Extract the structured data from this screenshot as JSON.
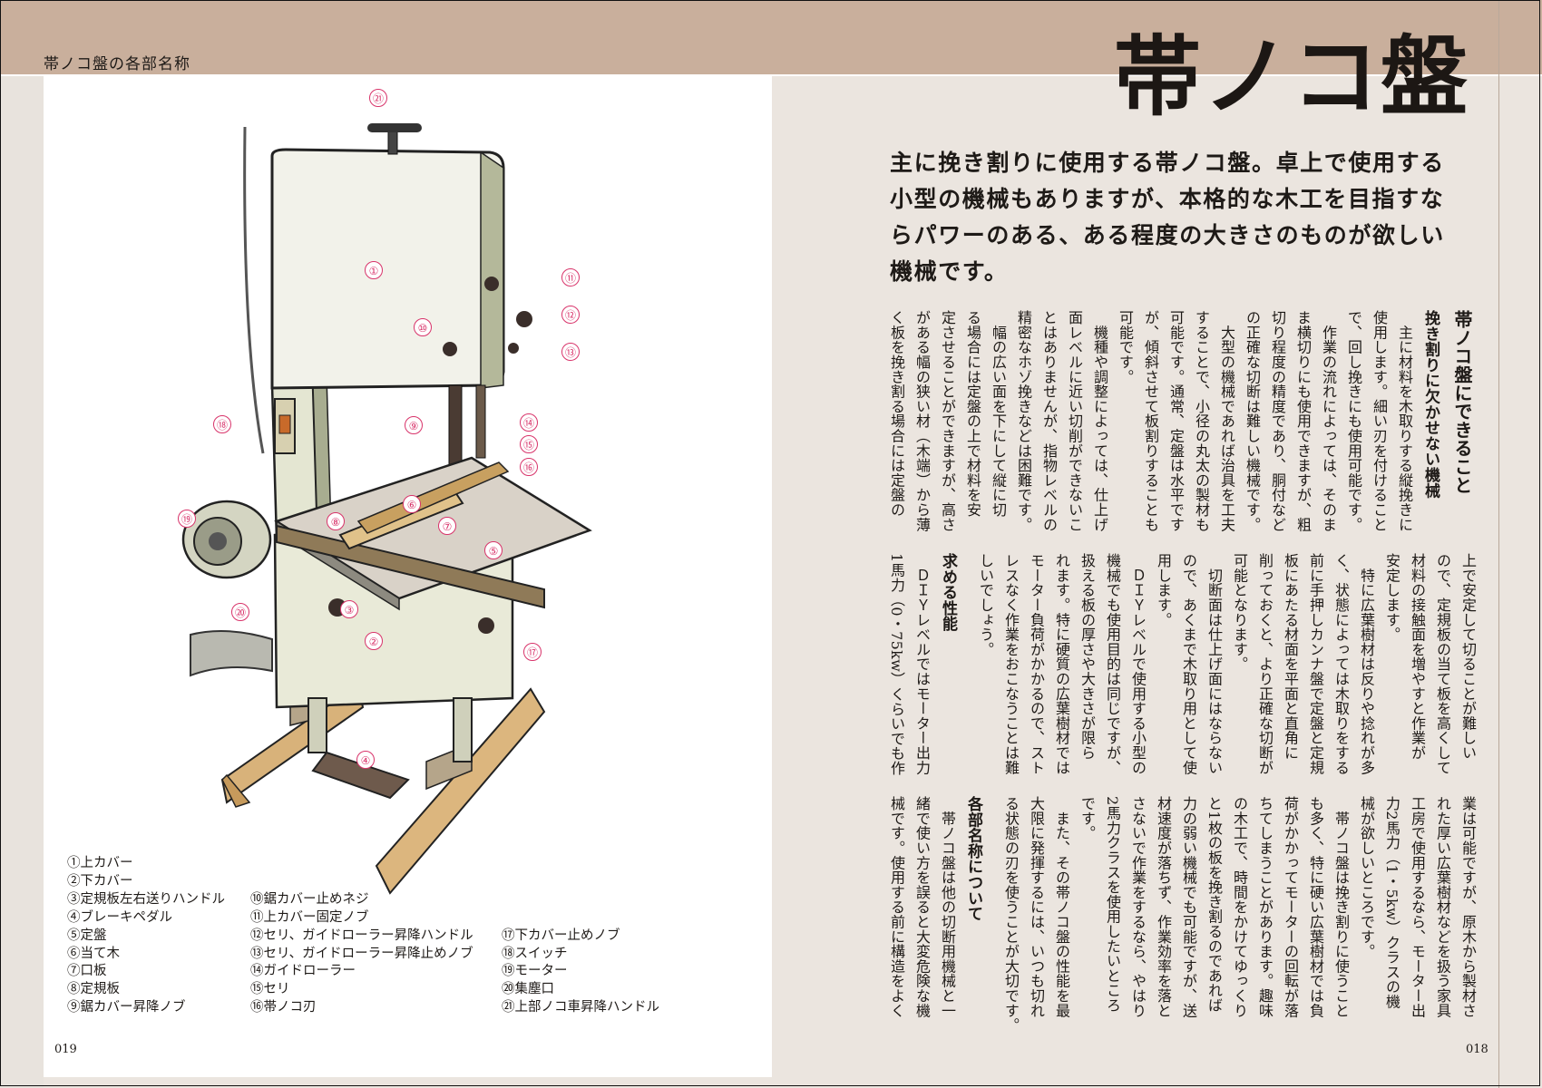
{
  "header": {
    "section_label": "帯ノコ盤の各部名称",
    "title": "帯ノコ盤"
  },
  "intro": {
    "lines": [
      "主に挽き割りに使用する帯ノコ盤。卓上で使用する",
      "小型の機械もありますが、本格的な木工を目指すな",
      "らパワーのある、ある程度の大きさのものが欲しい",
      "機械です。"
    ]
  },
  "body": {
    "blocks": [
      {
        "columns": [
          {
            "t": "帯ノコ盤にできること",
            "k": "h1"
          },
          {
            "t": "挽き割りに欠かせない機械",
            "k": "h2"
          },
          {
            "t": "　主に材料を木取りする縦挽きに"
          },
          {
            "t": "使用します。細い刃を付けること"
          },
          {
            "t": "で、回し挽きにも使用可能です。"
          },
          {
            "t": "　作業の流れによっては、そのま"
          },
          {
            "t": "ま横切りにも使用できますが、粗"
          },
          {
            "t": "切り程度の精度であり、胴付など"
          },
          {
            "t": "の正確な切断は難しい機械です。"
          },
          {
            "t": "　大型の機械であれば治具を工夫"
          },
          {
            "t": "することで、小径の丸太の製材も"
          },
          {
            "t": "可能です。通常、定盤は水平です"
          },
          {
            "t": "が、傾斜させて板割りすることも"
          },
          {
            "t": "可能です。"
          },
          {
            "t": "　機種や調整によっては、仕上げ"
          },
          {
            "t": "面レベルに近い切削ができないこ"
          },
          {
            "t": "とはありませんが、指物レベルの"
          },
          {
            "t": "精密なホゾ挽きなどは困難です。"
          },
          {
            "t": "　幅の広い面を下にして縦に切"
          },
          {
            "t": "る場合には定盤の上で材料を安"
          },
          {
            "t": "定させることができますが、高さ"
          },
          {
            "t": "がある幅の狭い材（木端）から薄"
          },
          {
            "t": "く板を挽き割る場合には定盤の"
          }
        ]
      },
      {
        "columns": [
          {
            "t": "上で安定して切ることが難しい"
          },
          {
            "t": "ので、定規板の当て板を高くして"
          },
          {
            "t": "材料の接触面を増やすと作業が"
          },
          {
            "t": "安定します。"
          },
          {
            "t": "　特に広葉樹材は反りや捻れが多"
          },
          {
            "t": "く、状態によっては木取りをする"
          },
          {
            "t": "前に手押しカンナ盤で定盤と定規"
          },
          {
            "t": "板にあたる材面を平面と直角に"
          },
          {
            "t": "削っておくと、より正確な切断が"
          },
          {
            "t": "可能となります。"
          },
          {
            "t": "　切断面は仕上げ面にはならない"
          },
          {
            "t": "ので、あくまで木取り用として使"
          },
          {
            "t": "用します。"
          },
          {
            "t": "　ＤＩＹレベルで使用する小型の"
          },
          {
            "t": "機械でも使用目的は同じですが、"
          },
          {
            "t": "扱える板の厚さや大きさが限ら"
          },
          {
            "t": "れます。特に硬質の広葉樹材では"
          },
          {
            "t": "モーター負荷がかかるので、スト"
          },
          {
            "t": "レスなく作業をおこなうことは難"
          },
          {
            "t": "しいでしょう。"
          },
          {
            "t": "",
            "k": "blank"
          },
          {
            "t": "求める性能",
            "k": "h2"
          },
          {
            "t": "　ＤＩＹレベルではモーター出力"
          },
          {
            "t": "1馬力（0・75kw）くらいでも作"
          }
        ]
      },
      {
        "columns": [
          {
            "t": "業は可能ですが、原木から製材さ"
          },
          {
            "t": "れた厚い広葉樹材などを扱う家具"
          },
          {
            "t": "工房で使用するなら、モーター出"
          },
          {
            "t": "力2馬力（1・5kw）クラスの機"
          },
          {
            "t": "械が欲しいところです。"
          },
          {
            "t": "　帯ノコ盤は挽き割りに使うこと"
          },
          {
            "t": "も多く、特に硬い広葉樹材では負"
          },
          {
            "t": "荷がかかってモーターの回転が落"
          },
          {
            "t": "ちてしまうことがあります。趣味"
          },
          {
            "t": "の木工で、時間をかけてゆっくり"
          },
          {
            "t": "と1枚の板を挽き割るのであれば"
          },
          {
            "t": "力の弱い機械でも可能ですが、送"
          },
          {
            "t": "材速度が落ちず、作業効率を落と"
          },
          {
            "t": "さないで作業をするなら、やはり"
          },
          {
            "t": "2馬力クラスを使用したいところ"
          },
          {
            "t": "です。"
          },
          {
            "t": "　また、その帯ノコ盤の性能を最"
          },
          {
            "t": "大限に発揮するには、いつも切れ"
          },
          {
            "t": "る状態の刃を使うことが大切です。"
          },
          {
            "t": "",
            "k": "blank"
          },
          {
            "t": "各部名称について",
            "k": "h2"
          },
          {
            "t": "　帯ノコ盤は他の切断用機械と一"
          },
          {
            "t": "緒で使い方を誤ると大変危険な機"
          },
          {
            "t": "械です。使用する前に構造をよく"
          }
        ]
      }
    ]
  },
  "legend": {
    "col1": [
      "①上カバー",
      "②下カバー",
      "③定規板左右送りハンドル",
      "④ブレーキペダル",
      "⑤定盤",
      "⑥当て木",
      "⑦口板",
      "⑧定規板",
      "⑨鋸カバー昇降ノブ"
    ],
    "col2": [
      "⑩鋸カバー止めネジ",
      "⑪上カバー固定ノブ",
      "⑫セリ、ガイドローラー昇降ハンドル",
      "⑬セリ、ガイドローラー昇降止めノブ",
      "⑭ガイドローラー",
      "⑮セリ",
      "⑯帯ノコ刃"
    ],
    "col3": [
      "⑰下カバー止めノブ",
      "⑱スイッチ",
      "⑲モーター",
      "⑳集塵口",
      "㉑上部ノコ車昇降ハンドル"
    ]
  },
  "callouts": [
    "①",
    "②",
    "③",
    "④",
    "⑤",
    "⑥",
    "⑦",
    "⑧",
    "⑨",
    "⑩",
    "⑪",
    "⑫",
    "⑬",
    "⑭",
    "⑮",
    "⑯",
    "⑰",
    "⑱",
    "⑲",
    "⑳",
    "㉑"
  ],
  "page_numbers": {
    "left": "019",
    "right": "018"
  },
  "colors": {
    "header": "#c9af9c",
    "callout": "#d8336a",
    "page_right": "#ebe5df"
  }
}
